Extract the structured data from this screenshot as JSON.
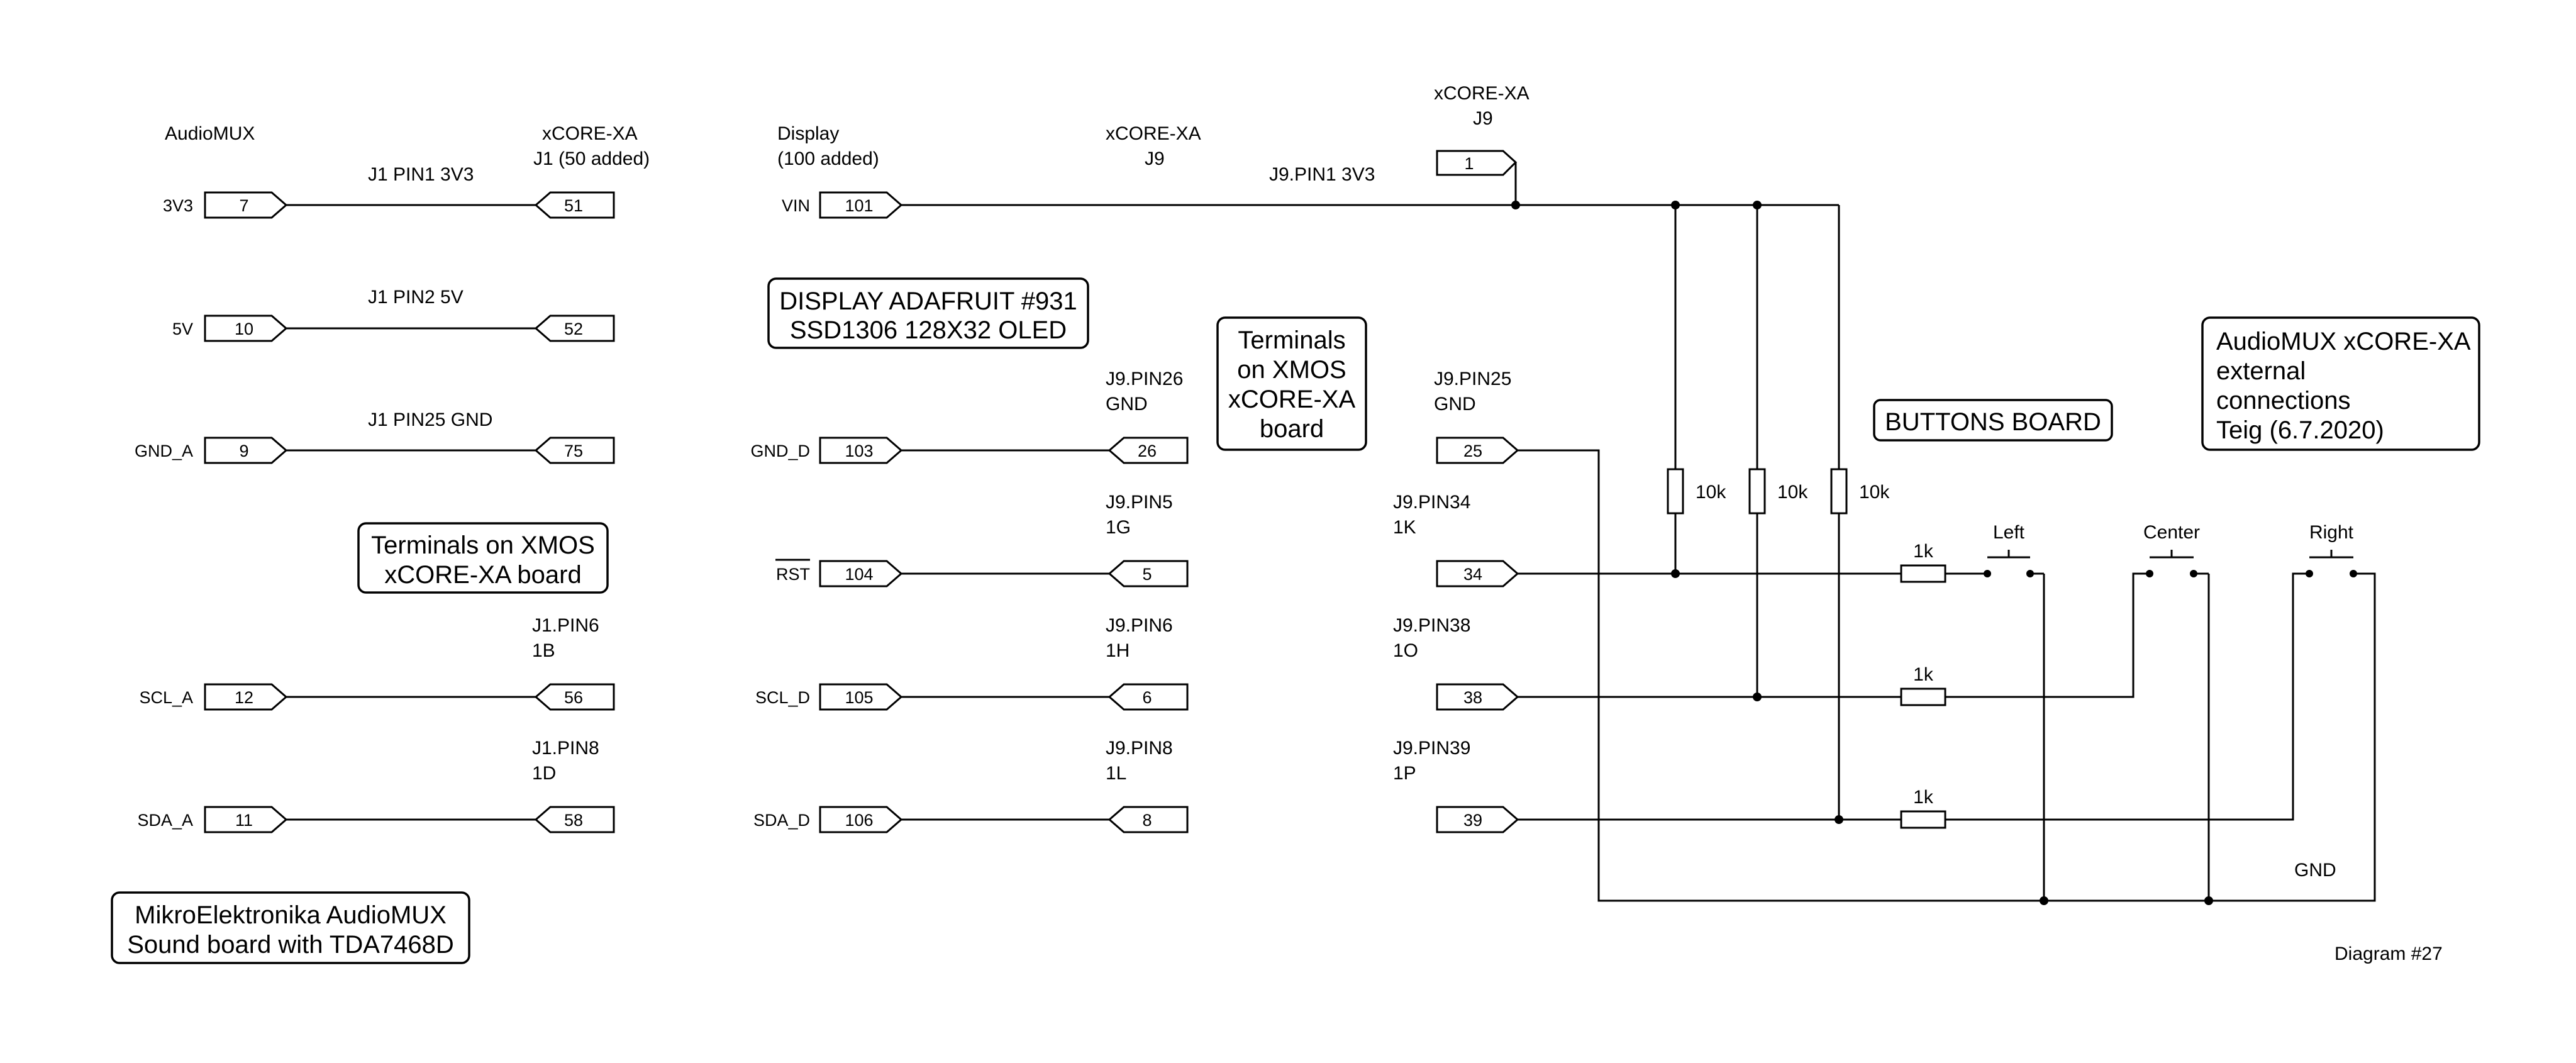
{
  "headers": {
    "audiomux": "AudioMUX",
    "xcore_j1_title": "xCORE-XA",
    "xcore_j1_sub": "J1 (50 added)",
    "display_title": "Display",
    "display_sub": "(100 added)",
    "xcore_j9_title": "xCORE-XA",
    "xcore_j9_sub": "J9",
    "xcore_j9_top_title": "xCORE-XA",
    "xcore_j9_top_sub": "J9"
  },
  "audiomux_connections": [
    {
      "net": "3V3",
      "left_pin": "7",
      "right_pin": "51",
      "label1": "J1 PIN1 3V3",
      "label2": ""
    },
    {
      "net": "5V",
      "left_pin": "10",
      "right_pin": "52",
      "label1": "J1 PIN2 5V",
      "label2": ""
    },
    {
      "net": "GND_A",
      "left_pin": "9",
      "right_pin": "75",
      "label1": "J1 PIN25 GND",
      "label2": ""
    },
    {
      "net": "SCL_A",
      "left_pin": "12",
      "right_pin": "56",
      "label1": "J1.PIN6",
      "label2": "1B"
    },
    {
      "net": "SDA_A",
      "left_pin": "11",
      "right_pin": "58",
      "label1": "J1.PIN8",
      "label2": "1D"
    }
  ],
  "display_connections": [
    {
      "net": "VIN",
      "left_pin": "101",
      "label1": "J9.PIN1 3V3"
    },
    {
      "net": "GND_D",
      "left_pin": "103",
      "right_pin": "26",
      "label1": "J9.PIN26",
      "label2": "GND"
    },
    {
      "net": "RST",
      "left_pin": "104",
      "right_pin": "5",
      "label1": "J9.PIN5",
      "label2": "1G"
    },
    {
      "net": "SCL_D",
      "left_pin": "105",
      "right_pin": "6",
      "label1": "J9.PIN6",
      "label2": "1H"
    },
    {
      "net": "SDA_D",
      "left_pin": "106",
      "right_pin": "8",
      "label1": "J9.PIN8",
      "label2": "1L"
    }
  ],
  "j9_pins": [
    {
      "pin": "1",
      "label1": "",
      "label2": ""
    },
    {
      "pin": "25",
      "label1": "J9.PIN25",
      "label2": "GND"
    },
    {
      "pin": "34",
      "label1": "J9.PIN34",
      "label2": "1K"
    },
    {
      "pin": "38",
      "label1": "J9.PIN38",
      "label2": "1O"
    },
    {
      "pin": "39",
      "label1": "J9.PIN39",
      "label2": "1P"
    }
  ],
  "resistors": {
    "pullup_value": "10k",
    "series_value": "1k"
  },
  "buttons": {
    "left": "Left",
    "center": "Center",
    "right": "Right",
    "gnd_label": "GND"
  },
  "note_boxes": {
    "display_line1": "DISPLAY ADAFRUIT #931",
    "display_line2": "SSD1306 128X32 OLED",
    "terminals_right_line1": "Terminals",
    "terminals_right_line2": "on XMOS",
    "terminals_right_line3": "xCORE-XA",
    "terminals_right_line4": "board",
    "terminals_left_line1": "Terminals on XMOS",
    "terminals_left_line2": "xCORE-XA board",
    "buttons_board": "BUTTONS BOARD",
    "info_line1": "AudioMUX xCORE-XA",
    "info_line2": "external",
    "info_line3": "connections",
    "info_line4": "Teig (6.7.2020)",
    "mikro_line1": "MikroElektronika AudioMUX",
    "mikro_line2": "Sound board with TDA7468D"
  },
  "diagram_number": "Diagram #27"
}
